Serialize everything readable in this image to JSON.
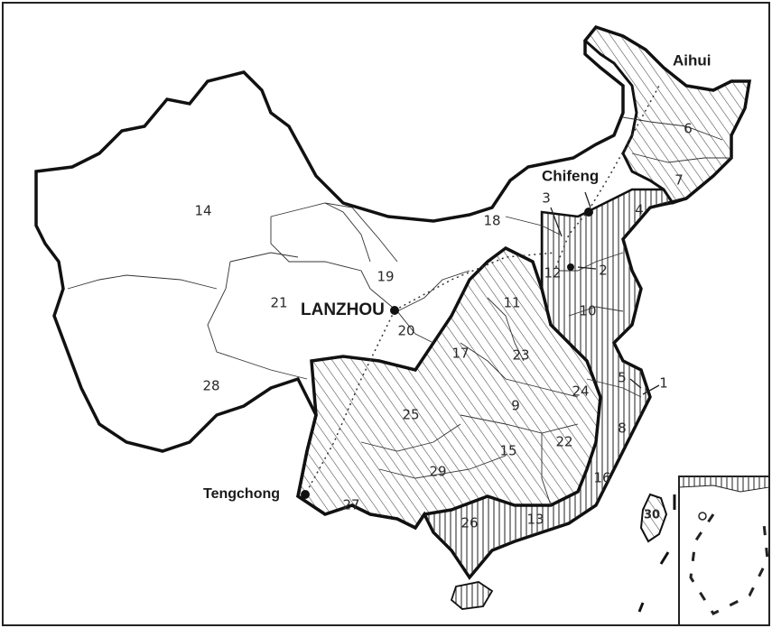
{
  "map": {
    "cities": {
      "aihui": "Aihui",
      "chifeng": "Chifeng",
      "lanzhou": "LANZHOU",
      "tengchong": "Tengchong"
    },
    "regions": {
      "r1": "1",
      "r2": "2",
      "r3": "3",
      "r4": "4",
      "r5": "5",
      "r6": "6",
      "r7": "7",
      "r8": "8",
      "r9": "9",
      "r10": "10",
      "r11": "11",
      "r12": "12",
      "r13": "13",
      "r14": "14",
      "r15": "15",
      "r16": "16",
      "r17": "17",
      "r18": "18",
      "r19": "19",
      "r20": "20",
      "r21": "21",
      "r22": "22",
      "r23": "23",
      "r24": "24",
      "r25": "25",
      "r26": "26",
      "r27": "27",
      "r28": "28",
      "r29": "29",
      "r30": "30"
    },
    "legend_fills": {
      "diagonal_hatch": "ink-dark",
      "vertical_hatch": "ink-dark",
      "unshaded": "white"
    },
    "colors": {
      "ink": "#1a1a1a",
      "paper": "#ffffff",
      "hatch": "#444444"
    }
  }
}
